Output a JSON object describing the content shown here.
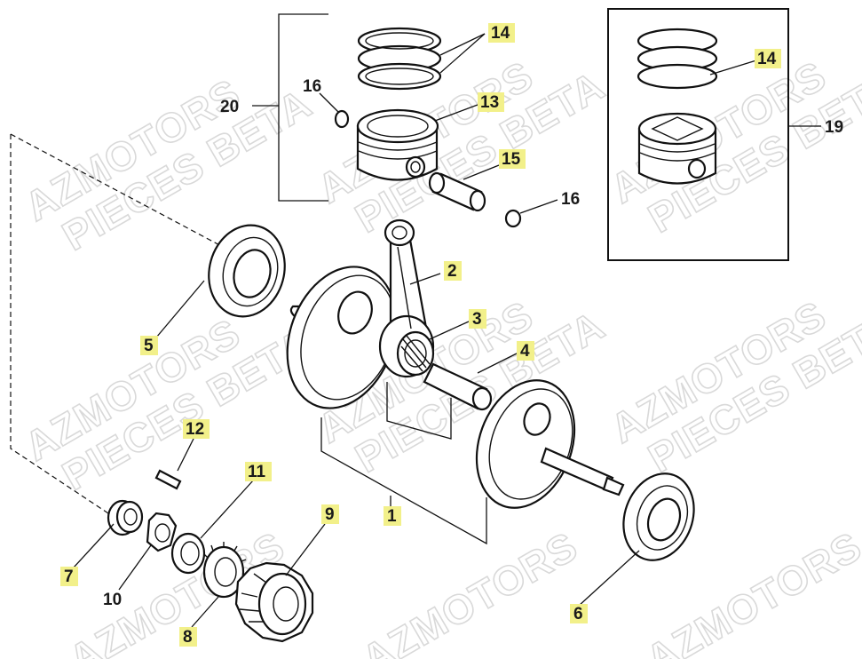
{
  "watermark": {
    "line1": "AZMOTORS",
    "line2": "PIECES BETA"
  },
  "callouts": [
    {
      "id": "c14a",
      "text": "14"
    },
    {
      "id": "c13",
      "text": "13"
    },
    {
      "id": "c16a",
      "text": "16"
    },
    {
      "id": "c20",
      "text": "20"
    },
    {
      "id": "c15",
      "text": "15"
    },
    {
      "id": "c16b",
      "text": "16"
    },
    {
      "id": "c14b",
      "text": "14"
    },
    {
      "id": "c19",
      "text": "19"
    },
    {
      "id": "c2",
      "text": "2"
    },
    {
      "id": "c3",
      "text": "3"
    },
    {
      "id": "c4",
      "text": "4"
    },
    {
      "id": "c5",
      "text": "5"
    },
    {
      "id": "c12",
      "text": "12"
    },
    {
      "id": "c11",
      "text": "11"
    },
    {
      "id": "c1",
      "text": "1"
    },
    {
      "id": "c9",
      "text": "9"
    },
    {
      "id": "c7",
      "text": "7"
    },
    {
      "id": "c10",
      "text": "10"
    },
    {
      "id": "c8",
      "text": "8"
    },
    {
      "id": "c6",
      "text": "6"
    }
  ],
  "colors": {
    "callout_highlight": "#f2f08a",
    "line": "#111111",
    "watermark": "#d9d9d9"
  }
}
